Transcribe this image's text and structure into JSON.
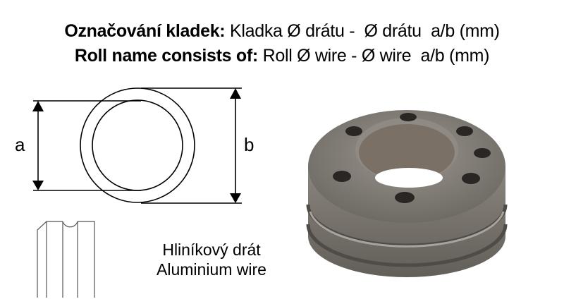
{
  "header": {
    "line1": {
      "bold": "Označování kladek:",
      "normal": " Kladka Ø drátu -  Ø drátu  a/b (mm)"
    },
    "line2": {
      "bold": "Roll name consists of:",
      "normal": " Roll Ø wire - Ø wire  a/b (mm)"
    }
  },
  "diagram": {
    "label_a": "a",
    "label_b": "b"
  },
  "caption": {
    "cz": "Hliníkový drát",
    "en": "Aluminium wire"
  },
  "colors": {
    "line": "#000000",
    "metal": "#7a7670",
    "background": "#ffffff"
  }
}
